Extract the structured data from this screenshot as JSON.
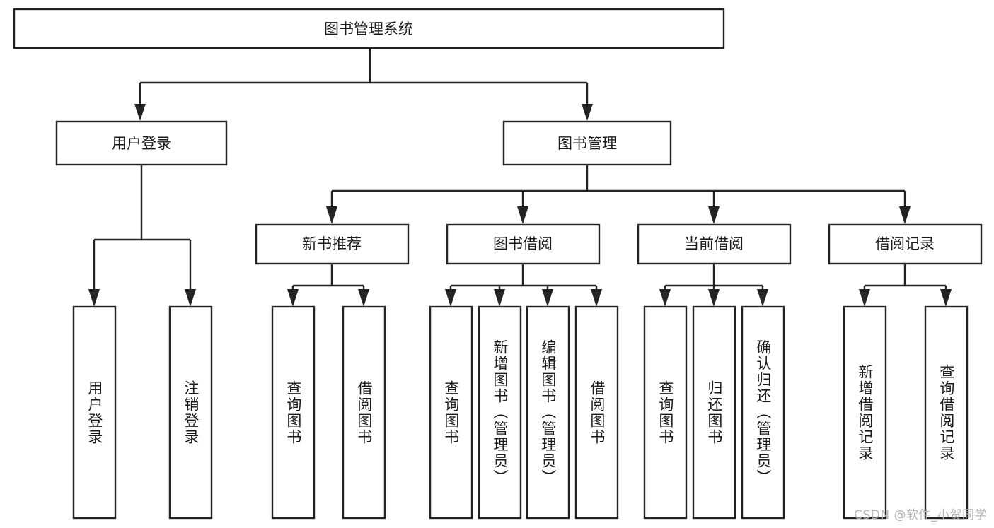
{
  "diagram": {
    "type": "tree-hierarchy",
    "title": "图书管理系统",
    "root": {
      "label": "图书管理系统"
    },
    "level2": [
      {
        "label": "用户登录"
      },
      {
        "label": "图书管理"
      }
    ],
    "level3": [
      {
        "label": "新书推荐"
      },
      {
        "label": "图书借阅"
      },
      {
        "label": "当前借阅"
      },
      {
        "label": "借阅记录"
      }
    ],
    "leaves": {
      "user_login": [
        {
          "label": "用户登录"
        },
        {
          "label": "注销登录"
        }
      ],
      "new_book_recommend": [
        {
          "label": "查询图书"
        },
        {
          "label": "借阅图书"
        }
      ],
      "book_borrow": [
        {
          "label": "查询图书"
        },
        {
          "label": "新增图书（管理员）"
        },
        {
          "label": "编辑图书（管理员）"
        },
        {
          "label": "借阅图书"
        }
      ],
      "current_borrow": [
        {
          "label": "查询图书"
        },
        {
          "label": "归还图书"
        },
        {
          "label": "确认归还（管理员）"
        }
      ],
      "borrow_record": [
        {
          "label": "新增借阅记录"
        },
        {
          "label": "查询借阅记录"
        }
      ]
    }
  },
  "watermark": {
    "text": "CSDN @软件_小贺同学"
  },
  "colors": {
    "stroke": "#232323",
    "box_fill": "#ffffff",
    "text": "#1b1b1b",
    "watermark": "#b4b4b4",
    "background": "#ffffff"
  }
}
